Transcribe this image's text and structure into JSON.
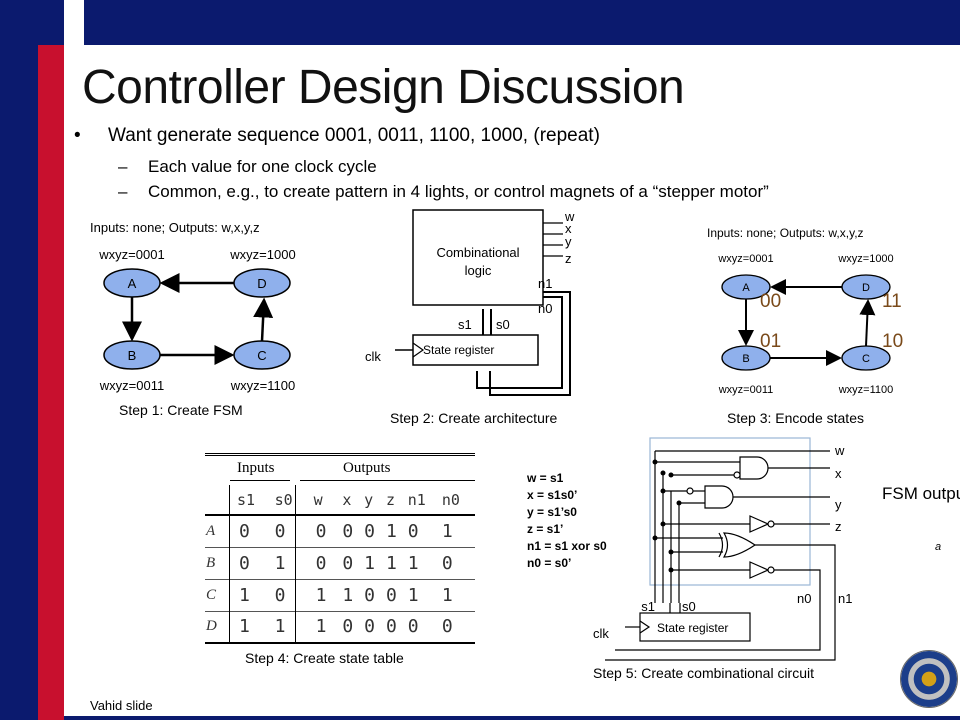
{
  "slide": {
    "title": "Controller Design Discussion",
    "bullet": "Want generate sequence 0001, 0011, 1100, 1000, (repeat)",
    "sub1": "Each value for one clock cycle",
    "sub2": "Common, e.g., to create pattern in 4 lights, or control magnets of a “stepper motor”",
    "dash": "–",
    "bullet_mark": "•",
    "footer": "Vahid slide"
  },
  "step1": {
    "header": "Inputs: none; Outputs: w,x,y,z",
    "states": [
      "A",
      "D",
      "B",
      "C"
    ],
    "outputs": [
      "wxyz=0001",
      "wxyz=1000",
      "wxyz=0011",
      "wxyz=1100"
    ],
    "caption": "Step 1: Create FSM"
  },
  "step2": {
    "block_line1": "Combinational",
    "block_line2": "logic",
    "outputs": [
      "w",
      "x",
      "y",
      "z"
    ],
    "n1": "n1",
    "n0": "n0",
    "s1": "s1",
    "s0": "s0",
    "register": "State register",
    "clk": "clk",
    "caption": "Step 2: Create architecture"
  },
  "step3": {
    "header": "Inputs: none; Outputs: w,x,y,z",
    "states": [
      "A",
      "D",
      "B",
      "C"
    ],
    "outputs": [
      "wxyz=0001",
      "wxyz=1000",
      "wxyz=0011",
      "wxyz=1100"
    ],
    "codes": [
      "00",
      "11",
      "01",
      "10"
    ],
    "caption": "Step 3: Encode states"
  },
  "step4": {
    "inputs_header": "Inputs",
    "outputs_header": "Outputs",
    "columns": [
      "s1",
      "s0",
      "w",
      "x",
      "y",
      "z",
      "n1",
      "n0"
    ],
    "rows": [
      {
        "state": "A",
        "bits": [
          "0",
          "0",
          "0",
          "0",
          "0",
          "1",
          "0",
          "1"
        ]
      },
      {
        "state": "B",
        "bits": [
          "0",
          "1",
          "0",
          "0",
          "1",
          "1",
          "1",
          "0"
        ]
      },
      {
        "state": "C",
        "bits": [
          "1",
          "0",
          "1",
          "1",
          "0",
          "0",
          "1",
          "1"
        ]
      },
      {
        "state": "D",
        "bits": [
          "1",
          "1",
          "1",
          "0",
          "0",
          "0",
          "0",
          "0"
        ]
      }
    ],
    "caption": "Step 4: Create state table"
  },
  "step5": {
    "equations": [
      "w = s1",
      "x = s1s0’",
      "y = s1’s0",
      "z = s1’",
      "n1 = s1 xor s0",
      "n0 = s0’"
    ],
    "outputs": [
      "w",
      "x",
      "y",
      "z"
    ],
    "fsm_label": "FSM outpu",
    "mark": "a",
    "s1": "s1",
    "s0": "s0",
    "n0": "n0",
    "n1": "n1",
    "register": "State register",
    "clk": "clk",
    "caption": "Step 5: Create  combinational circuit"
  },
  "colors": {
    "navy": "#0b1a6e",
    "red": "#c8102e",
    "state_fill": "#8fb0ec",
    "code_brown": "#7a4a1a",
    "panel_border": "#9ab6d6"
  }
}
